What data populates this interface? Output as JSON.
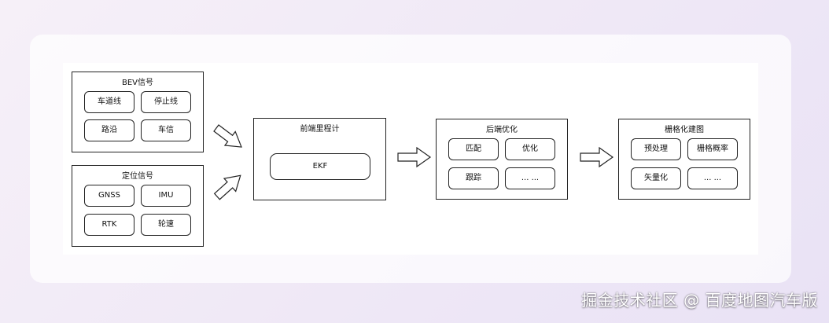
{
  "diagram": {
    "bev": {
      "title": "BEV信号",
      "items": [
        "车道线",
        "停止线",
        "路沿",
        "车信"
      ]
    },
    "loc": {
      "title": "定位信号",
      "items": [
        "GNSS",
        "IMU",
        "RTK",
        "轮速"
      ]
    },
    "front": {
      "title": "前端里程计",
      "item": "EKF"
    },
    "back": {
      "title": "后端优化",
      "items": [
        "匹配",
        "优化",
        "跟踪",
        "... ..."
      ]
    },
    "grid": {
      "title": "栅格化建图",
      "items": [
        "预处理",
        "栅格概率",
        "矢量化",
        "... ..."
      ]
    }
  },
  "watermark": "掘金技术社区 @ 百度地图汽车版"
}
